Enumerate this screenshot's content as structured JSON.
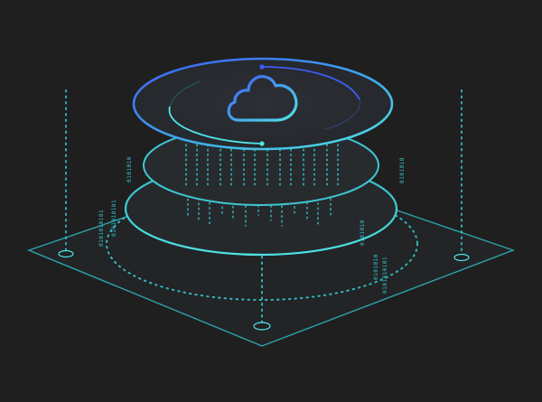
{
  "scene": {
    "background_color": "#1f1f1f",
    "accent_colors": {
      "cyan": "#4fe3e6",
      "teal": "#2fb8c4",
      "blue": "#3d5cf5",
      "platform_fill": "#2a2d30",
      "floor_fill": "#232527"
    },
    "central_icon": "cloud-icon",
    "binary_labels": [
      "0101010",
      "0101010",
      "0101010101",
      "0101010101",
      "0101010",
      "0101010",
      "0101010101"
    ]
  }
}
